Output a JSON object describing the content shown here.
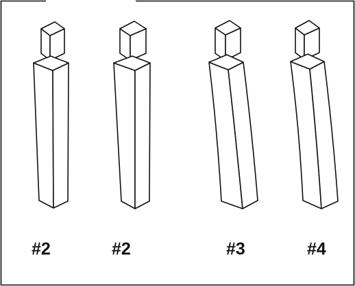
{
  "labels": [
    "#2",
    "#2",
    "#3",
    "#4"
  ],
  "colors": {
    "line": "#111111",
    "background": "#ffffff"
  }
}
